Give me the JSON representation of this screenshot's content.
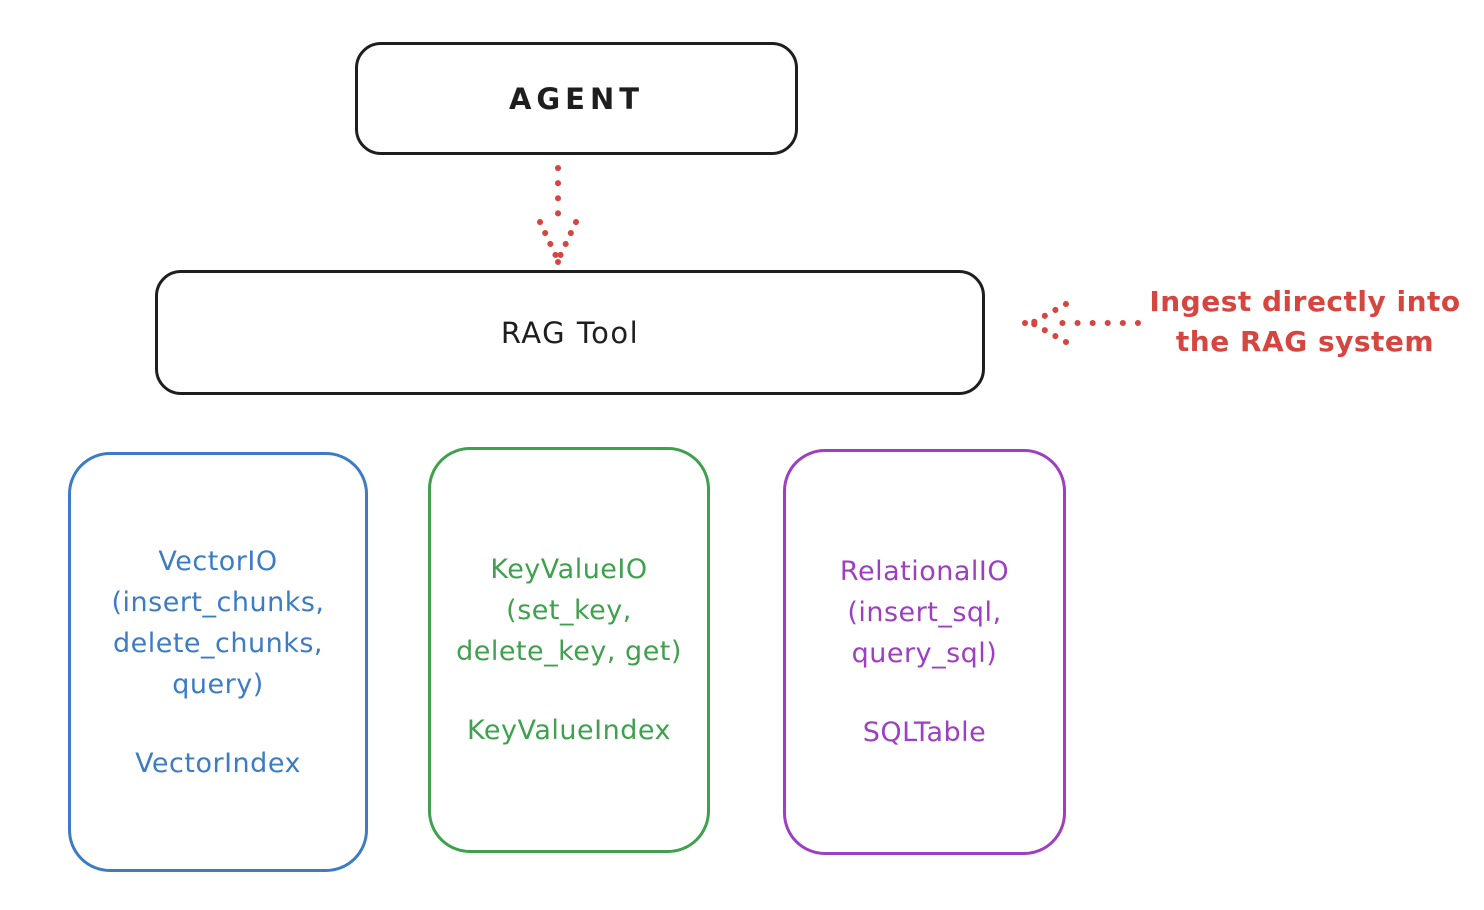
{
  "diagram": {
    "agent_label": "AGENT",
    "rag_tool_label": "RAG Tool",
    "annotation": {
      "line1": "Ingest directly into",
      "line2": "the RAG system",
      "color": "#d6453f"
    },
    "arrow_color": "#d6453f",
    "outline_color": "#1e1e1e",
    "background_color": "#ffffff",
    "boxes": [
      {
        "id": "vector-io",
        "color": "#3b7cc4",
        "lines": [
          "VectorIO",
          "(insert_chunks,",
          "delete_chunks,",
          "query)"
        ],
        "index_label": "VectorIndex"
      },
      {
        "id": "keyvalue-io",
        "color": "#3fa14e",
        "lines": [
          "KeyValueIO",
          "(set_key,",
          "delete_key, get)"
        ],
        "index_label": "KeyValueIndex"
      },
      {
        "id": "relational-io",
        "color": "#9d3ec3",
        "lines": [
          "RelationalIO",
          "(insert_sql,",
          "query_sql)"
        ],
        "index_label": "SQLTable"
      }
    ]
  }
}
